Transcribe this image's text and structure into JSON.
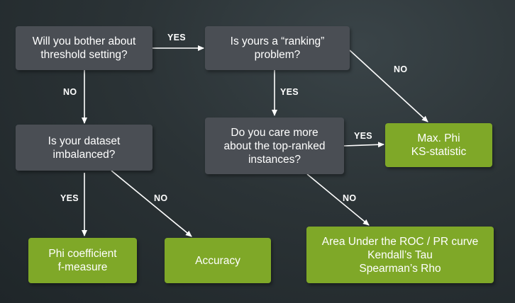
{
  "nodes": {
    "q_threshold": "Will you bother about\nthreshold setting?",
    "q_ranking": "Is yours a “ranking”\nproblem?",
    "q_imbalanced": "Is your dataset\nimbalanced?",
    "q_top_ranked": "Do you care more\nabout the top-ranked\ninstances?",
    "m_max_phi": "Max. Phi\nKS-statistic",
    "m_phi_coeff": "Phi coefficient\nf-measure",
    "m_accuracy": "Accuracy",
    "m_auc": "Area Under the ROC / PR curve\nKendall’s Tau\nSpearman’s Rho"
  },
  "edges": {
    "threshold_yes": "YES",
    "threshold_no": "NO",
    "ranking_yes": "YES",
    "ranking_no": "NO",
    "imbalanced_yes": "YES",
    "imbalanced_no": "NO",
    "top_ranked_yes": "YES",
    "top_ranked_no": "NO"
  },
  "colors": {
    "question_box": "#4a4e54",
    "metric_box": "#7fa828",
    "arrow": "#ffffff"
  }
}
